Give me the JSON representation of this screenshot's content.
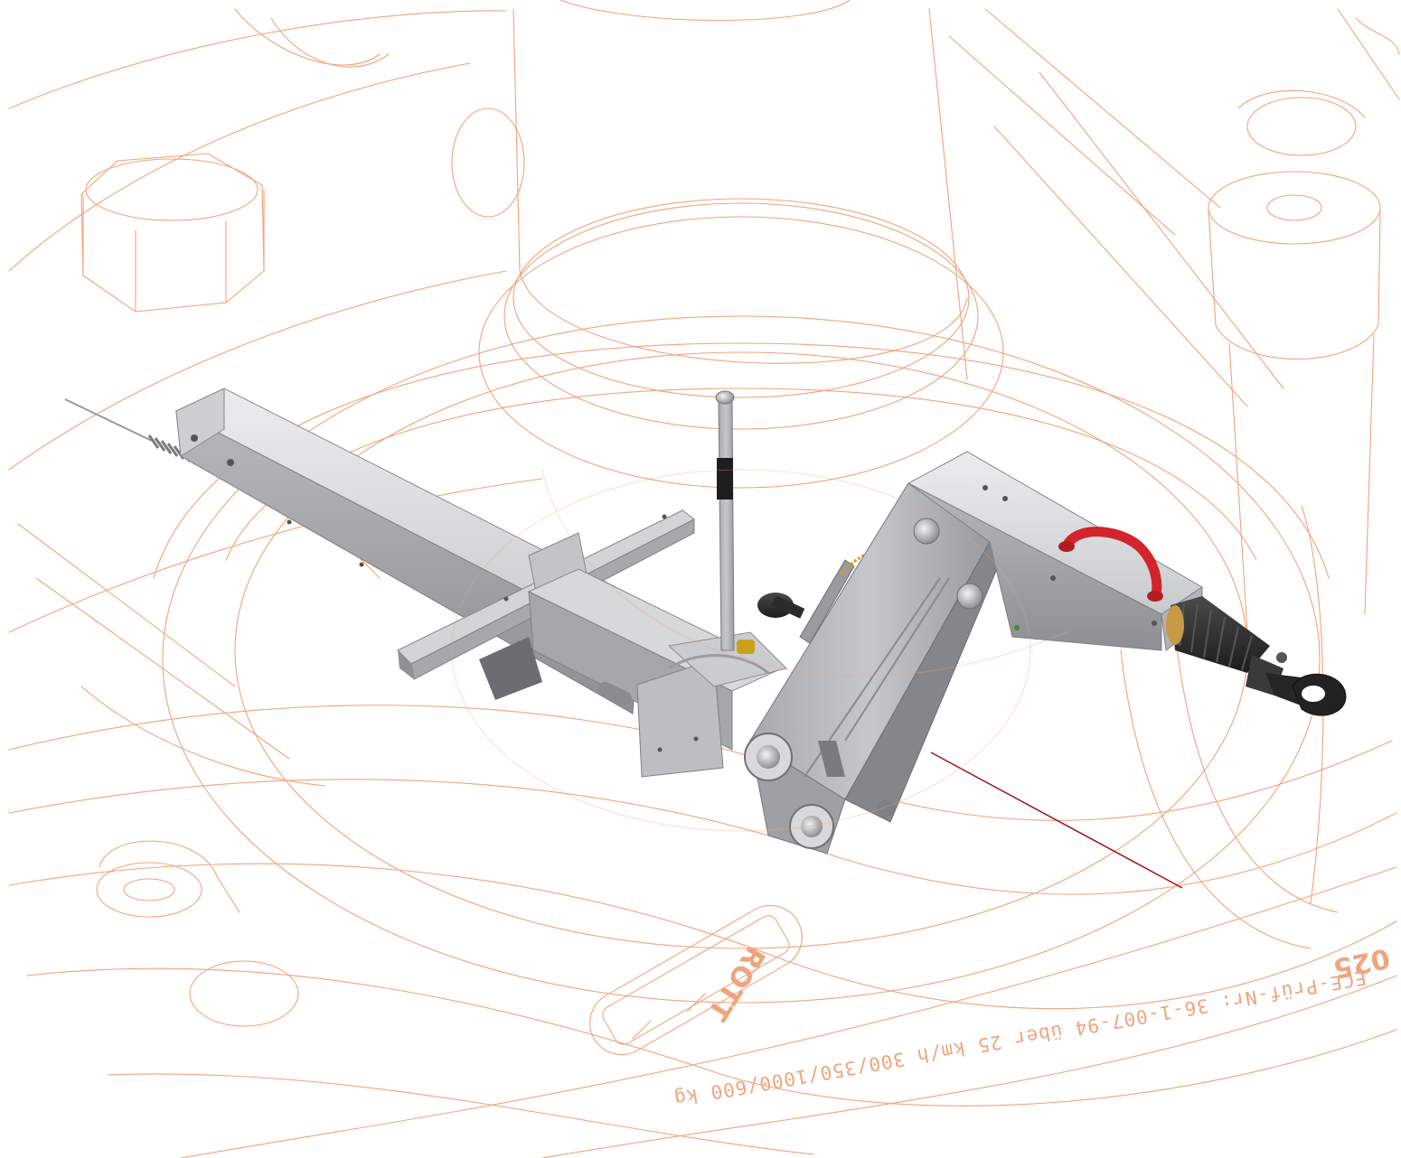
{
  "colors": {
    "wireframe": "#f0a47e",
    "paper": "#ffffff",
    "steel_light": "#dcdcde",
    "steel_mid": "#b9babd",
    "steel_dark": "#8d8e92",
    "handle_red": "#d1252b",
    "rubber_black": "#2b2b2b",
    "brake_cable_red": "#a3141b"
  },
  "coupling_plate": {
    "rim_text": "ECE-Prüf-Nr: 36-1-007-94   über 25 km/h   300/350/1000/600 kg",
    "badge_text": "ROTT",
    "corner_text": "025"
  },
  "parts": [
    {
      "name": "drawbar-tube"
    },
    {
      "name": "brake-rod-with-spring"
    },
    {
      "name": "cross-support"
    },
    {
      "name": "hand-lever"
    },
    {
      "name": "folding-hinge-arm"
    },
    {
      "name": "coupling-head-housing"
    },
    {
      "name": "carry-handle",
      "icon": "handle-icon"
    },
    {
      "name": "damper-bellows"
    },
    {
      "name": "towing-eye",
      "icon": "ring-icon"
    },
    {
      "name": "breakaway-cable"
    }
  ]
}
